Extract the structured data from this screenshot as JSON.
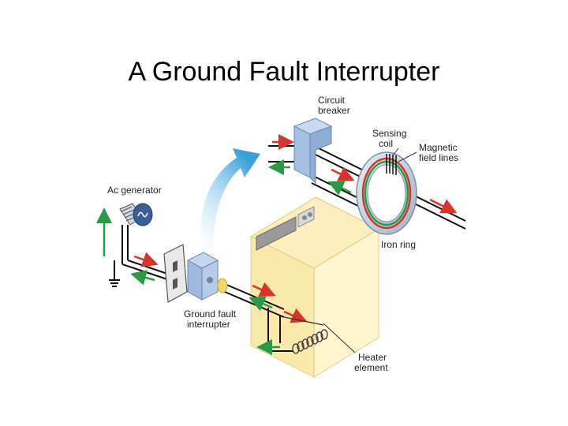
{
  "title": "A Ground Fault Interrupter",
  "labels": {
    "circuit_breaker": [
      "Circuit",
      "breaker"
    ],
    "sensing_coil": [
      "Sensing",
      "coil"
    ],
    "magnetic_field_lines": [
      "Magnetic",
      "field lines"
    ],
    "ac_generator": "Ac generator",
    "iron_ring": "Iron ring",
    "ground_fault_interrupter": [
      "Ground fault",
      "interrupter"
    ],
    "heater_element": [
      "Heater",
      "element"
    ]
  },
  "colors": {
    "current_out": "#d9342b",
    "current_return": "#2a9a48",
    "wire": "#111111",
    "device_blue": "#a9c4e6",
    "heater_yellow": "#fbe9a6",
    "arrow_blue": "#3aa0dc"
  }
}
